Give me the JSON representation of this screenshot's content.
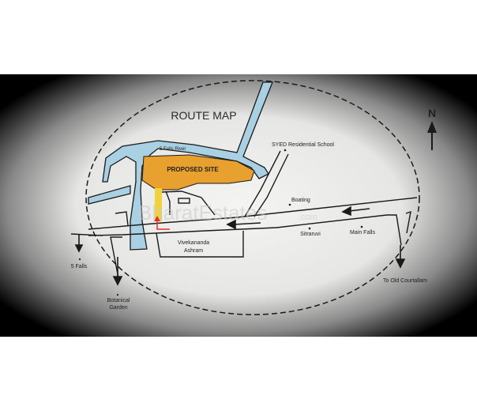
{
  "map": {
    "title": "ROUTE MAP",
    "north_label": "N",
    "proposed_site": "PROPOSED SITE",
    "river": "5 Falls River",
    "landmarks": {
      "syed_school": "SYED Residential School",
      "boating": "Boating",
      "sitraruvi": "Sitraruvi",
      "main_falls": "Main Falls",
      "ashram_line1": "Vivekananda",
      "ashram_line2": "Ashram",
      "five_falls": "5 Falls",
      "botanical_line1": "Botanical",
      "botanical_line2": "Garden",
      "old_courtallam": "To Old Courtallam"
    },
    "watermark": "BharatEstates",
    "watermark_suffix": ".com",
    "colors": {
      "site": "#e8a02e",
      "river": "#a9d0e3",
      "access": "#f2d23a",
      "marker": "#e03030",
      "background": "#eeeeec"
    }
  }
}
